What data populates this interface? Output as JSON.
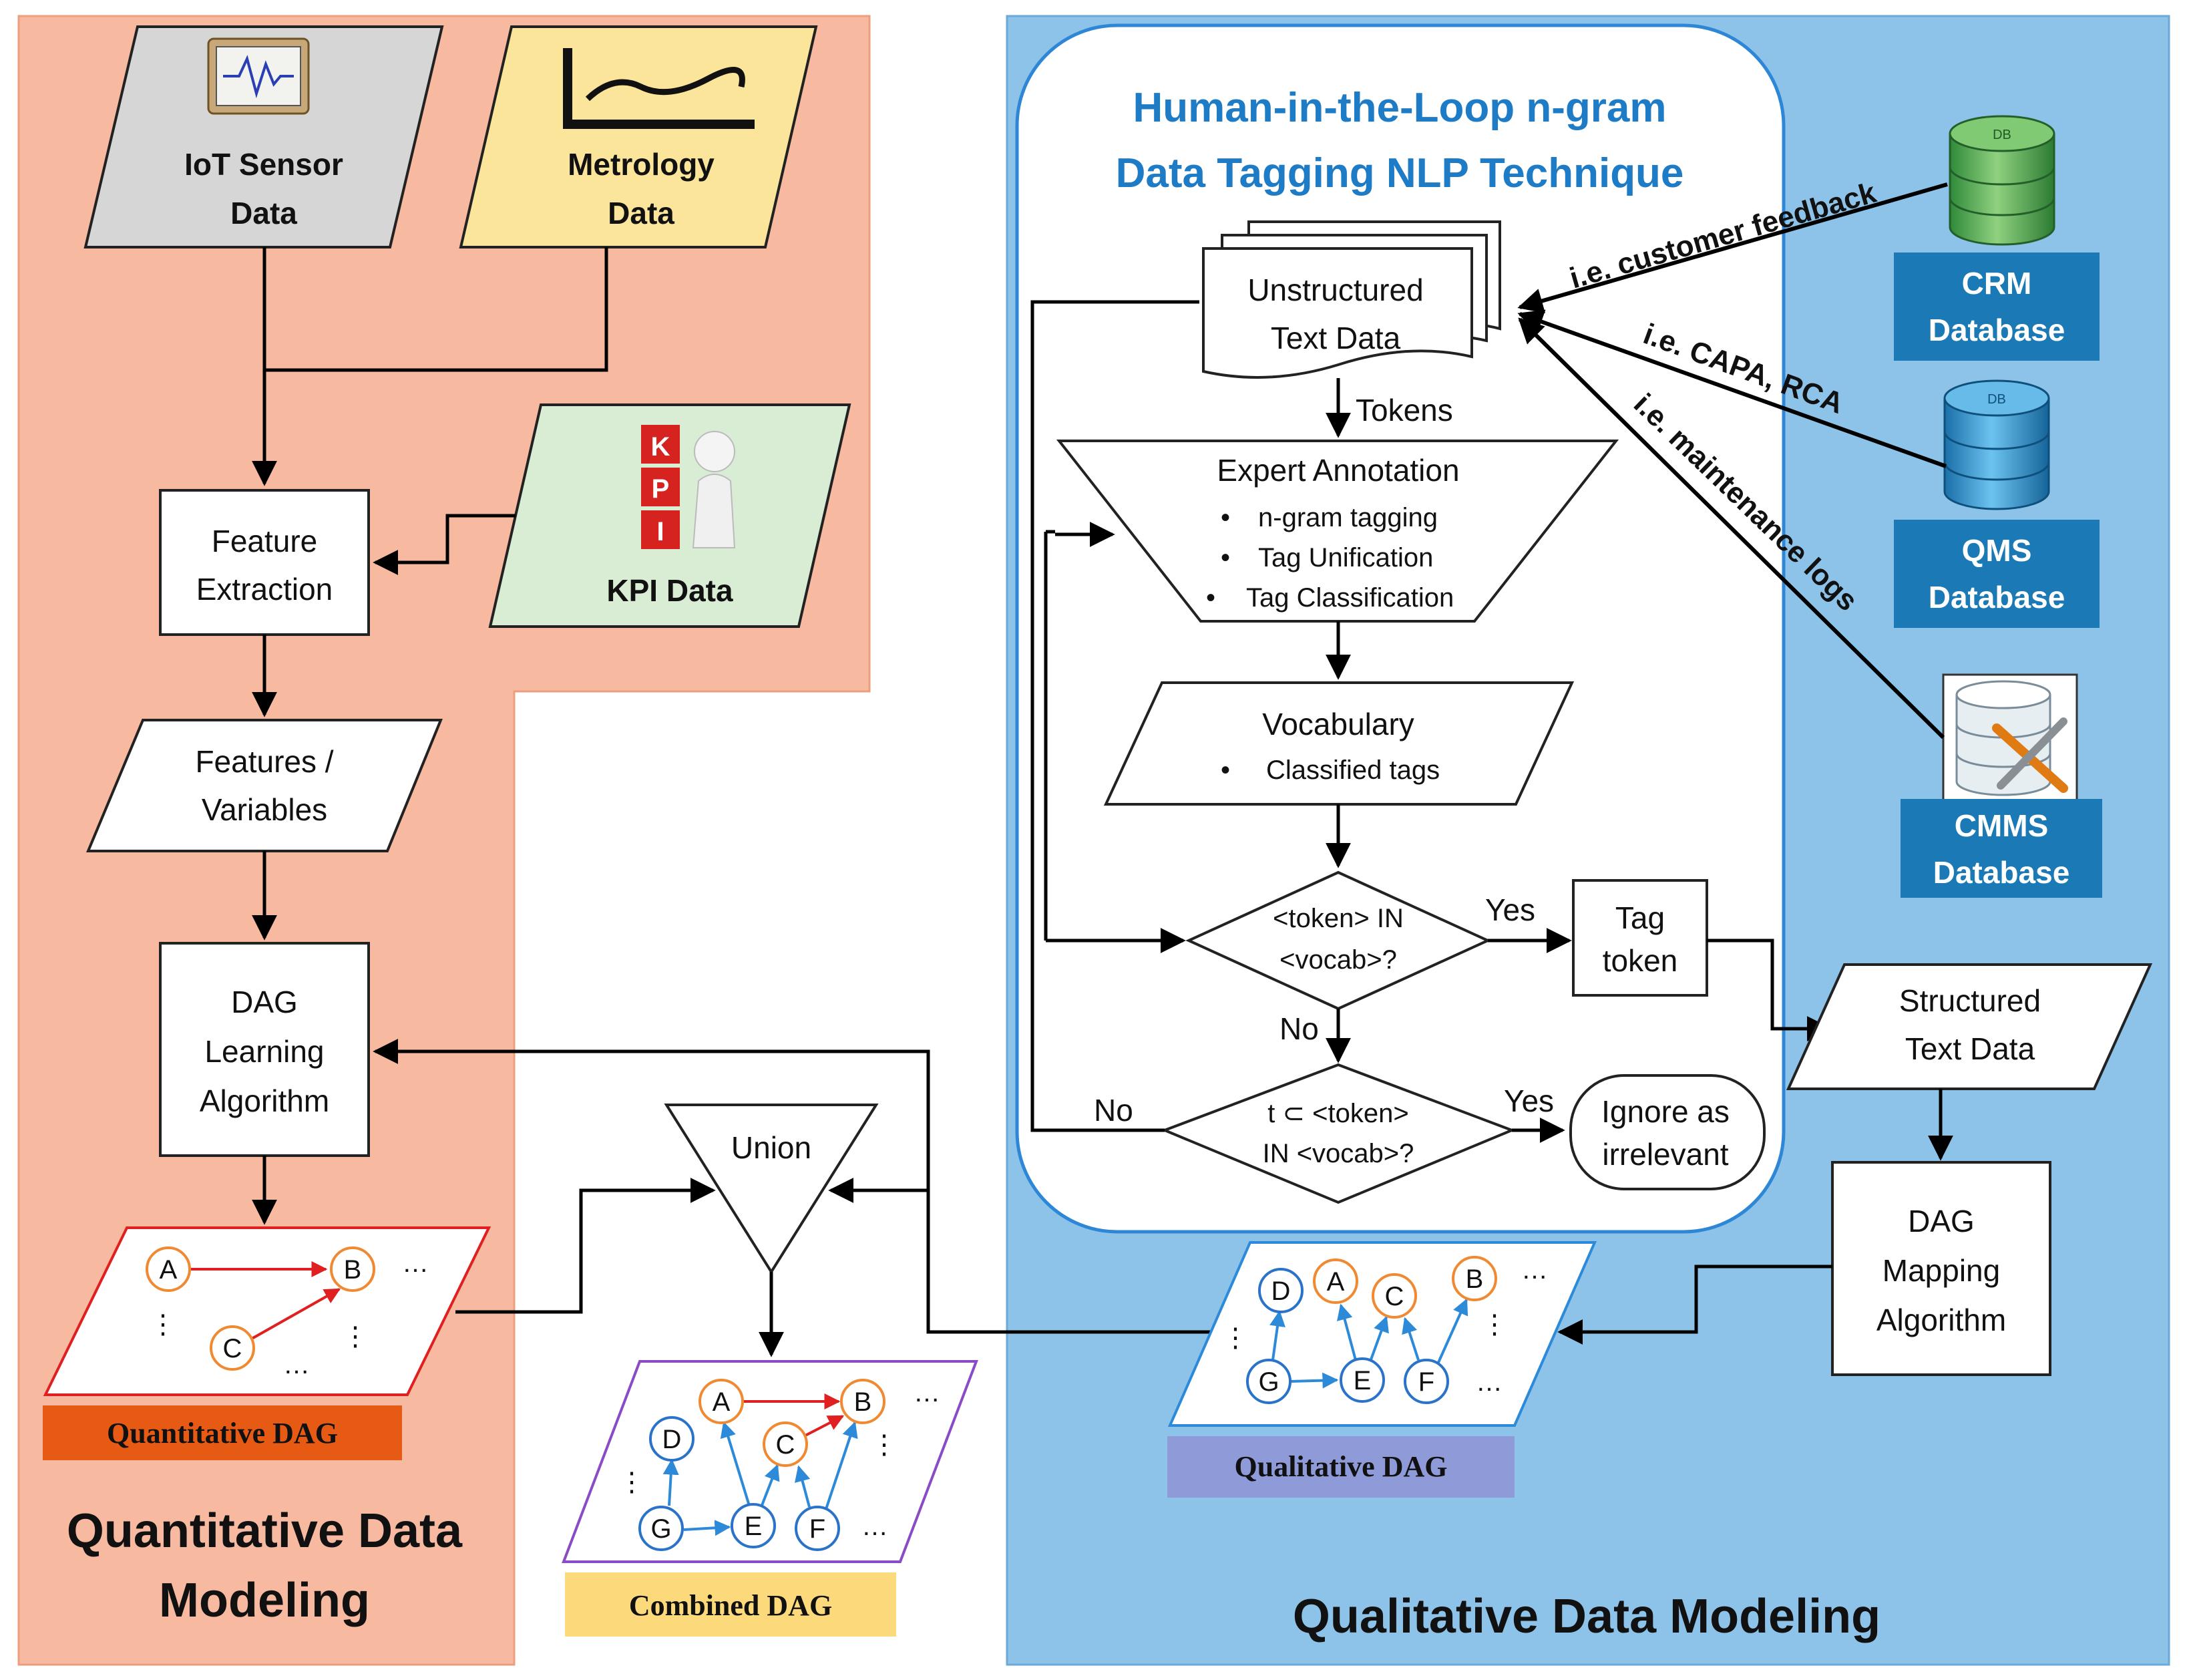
{
  "quantitative": {
    "panel_title_line1": "Quantitative Data",
    "panel_title_line2": "Modeling",
    "iot_line1": "IoT Sensor",
    "iot_line2": "Data",
    "metrology_line1": "Metrology",
    "metrology_line2": "Data",
    "kpi_label": "KPI Data",
    "kpi_icon_letters": [
      "K",
      "P",
      "I"
    ],
    "feature_extraction_line1": "Feature",
    "feature_extraction_line2": "Extraction",
    "features_line1": "Features /",
    "features_line2": "Variables",
    "dag_learning_line1": "DAG",
    "dag_learning_line2": "Learning",
    "dag_learning_line3": "Algorithm",
    "dag_label": "Quantitative DAG",
    "dag_nodes": [
      "A",
      "B",
      "C"
    ]
  },
  "qualitative": {
    "panel_title": "Qualitative Data Modeling",
    "hitl_title_line1": "Human-in-the-Loop n-gram",
    "hitl_title_line2": "Data Tagging NLP Technique",
    "unstructured_line1": "Unstructured",
    "unstructured_line2": "Text Data",
    "tokens_label": "Tokens",
    "expert_title": "Expert Annotation",
    "expert_bullets": [
      "n-gram tagging",
      "Tag Unification",
      "Tag Classification"
    ],
    "vocab_title": "Vocabulary",
    "vocab_bullet": "Classified tags",
    "decision1_line1": "<token> IN",
    "decision1_line2": "<vocab>?",
    "yes1": "Yes",
    "no1": "No",
    "tag_token_line1": "Tag",
    "tag_token_line2": "token",
    "decision2_line1": "t ⊂  <token>",
    "decision2_line2": "IN <vocab>?",
    "yes2": "Yes",
    "no2": "No",
    "ignore_line1": "Ignore as",
    "ignore_line2": "irrelevant",
    "structured_line1": "Structured",
    "structured_line2": "Text Data",
    "dag_mapping_line1": "DAG",
    "dag_mapping_line2": "Mapping",
    "dag_mapping_line3": "Algorithm",
    "dag_label": "Qualitative DAG",
    "dag_nodes": [
      "D",
      "A",
      "C",
      "B",
      "G",
      "E",
      "F"
    ],
    "crm_line1": "CRM",
    "crm_line2": "Database",
    "qms_line1": "QMS",
    "qms_line2": "Database",
    "cmms_line1": "CMMS",
    "cmms_line2": "Database",
    "db_icon_text": "DB",
    "edge_crm": "i.e. customer feedback",
    "edge_qms": "i.e. CAPA, RCA",
    "edge_cmms": "i.e. maintenance logs"
  },
  "combined": {
    "union_label": "Union",
    "dag_label": "Combined DAG",
    "dag_nodes": [
      "D",
      "A",
      "C",
      "B",
      "G",
      "E",
      "F"
    ]
  },
  "misc": {
    "ellipsis": "…",
    "vertical_ellipsis": "⋮",
    "bullet": "•"
  },
  "colors": {
    "quant_panel": "#f7b9a0",
    "quant_panel_deep": "#f49a7a",
    "qual_panel": "#8ec3e9",
    "iot_box": "#d6d6d6",
    "metrology_box": "#fbe59a",
    "kpi_box": "#d9ecd4",
    "hitl_title": "#1e7bc6",
    "quant_dag_label": "#e65a14",
    "qual_dag_label": "#8f9bd8",
    "combined_dag_label": "#fcd97a",
    "db_label": "#1b7ab5",
    "node_orange": "#f08a32",
    "node_blue": "#2a73c9",
    "edge_red": "#e02020",
    "edge_blue": "#2c8ad8"
  }
}
